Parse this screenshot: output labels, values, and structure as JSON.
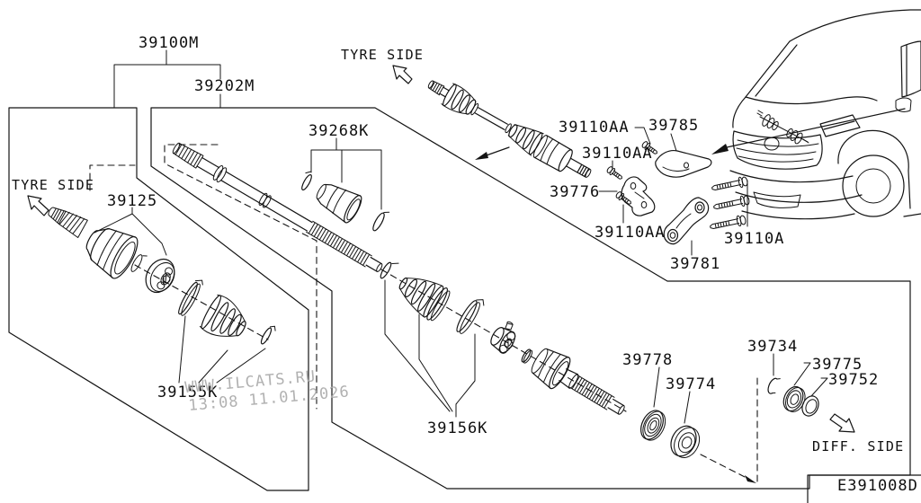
{
  "diagram_code": "E391008D",
  "watermark": {
    "site": "WWW.ILCATS.RU",
    "stamp": "13:08 11.01.2026"
  },
  "direction_labels": {
    "tyre_side_left": "TYRE SIDE",
    "tyre_side_top": "TYRE SIDE",
    "diff_side": "DIFF. SIDE"
  },
  "part_labels": {
    "drive_shaft_assy": "39100M",
    "shaft_assy": "39202M",
    "outer_cv_joint": "39125",
    "dynamic_damper_kit": "39268K",
    "outer_boot_kit": "39155K",
    "inner_boot_kit": "39156K",
    "bolt_aa_1": "39110AA",
    "bolt_aa_2": "39110AA",
    "bolt_aa_3": "39110AA",
    "heat_shield": "39785",
    "bracket_front": "39776",
    "support_bracket": "39781",
    "bolt_a": "39110A",
    "dust_shield": "39778",
    "support_bearing": "39774",
    "snap_ring": "39734",
    "bearing_seal": "39775",
    "retainer_ring": "39752"
  }
}
